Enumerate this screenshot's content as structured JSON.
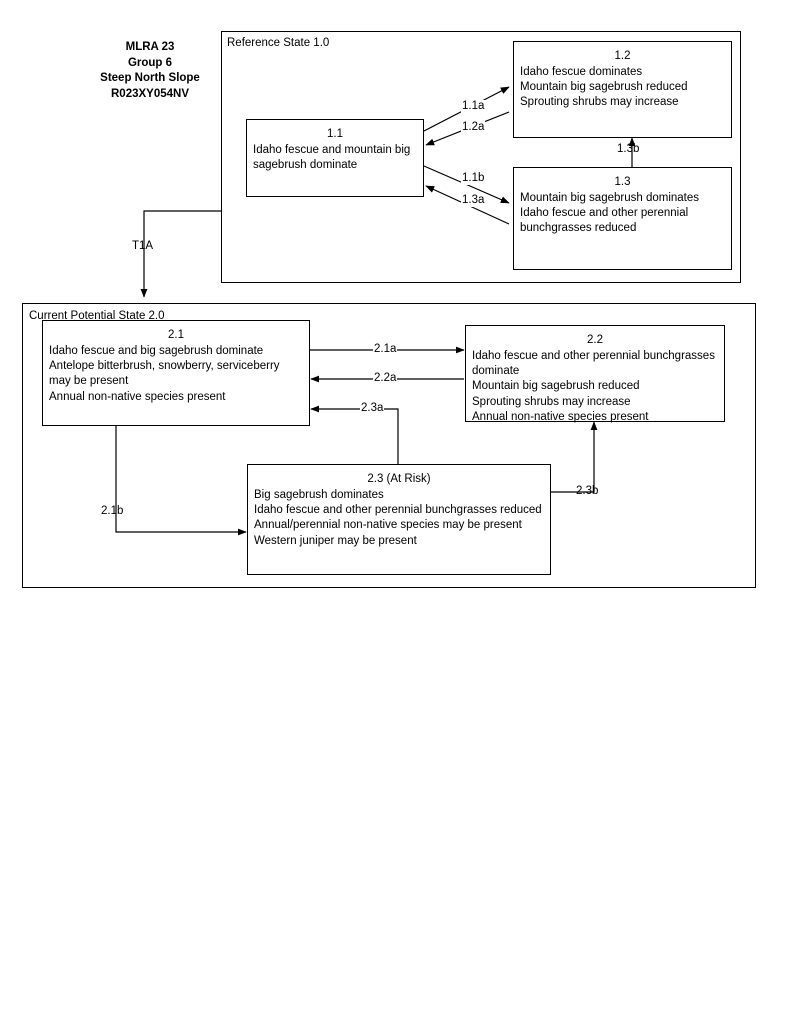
{
  "header": {
    "lines": [
      "MLRA 23",
      "Group 6",
      "Steep North Slope",
      "R023XY054NV"
    ]
  },
  "states": [
    {
      "id": "reference-state",
      "label": "Reference State 1.0",
      "phases": [
        {
          "id": "1.1",
          "name": "phase-1-1",
          "lines": [
            "Idaho fescue and mountain big",
            "sagebrush dominate"
          ]
        },
        {
          "id": "1.2",
          "name": "phase-1-2",
          "lines": [
            "Idaho fescue dominates",
            "Mountain big sagebrush reduced",
            "Sprouting shrubs may increase"
          ]
        },
        {
          "id": "1.3",
          "name": "phase-1-3",
          "lines": [
            "Mountain big sagebrush dominates",
            "Idaho fescue and other perennial",
            "bunchgrasses reduced"
          ]
        }
      ],
      "transitions": [
        {
          "label": "1.1a",
          "from": "1.1",
          "to": "1.2"
        },
        {
          "label": "1.2a",
          "from": "1.2",
          "to": "1.1"
        },
        {
          "label": "1.1b",
          "from": "1.1",
          "to": "1.3"
        },
        {
          "label": "1.3a",
          "from": "1.3",
          "to": "1.1"
        },
        {
          "label": "1.3b",
          "from": "1.3",
          "to": "1.2"
        }
      ]
    },
    {
      "id": "current-potential-state",
      "label": "Current Potential State 2.0",
      "phases": [
        {
          "id": "2.1",
          "name": "phase-2-1",
          "lines": [
            "Idaho fescue and big sagebrush dominate",
            "Antelope bitterbrush, snowberry, serviceberry",
            "may be present",
            "Annual non-native species present"
          ]
        },
        {
          "id": "2.2",
          "name": "phase-2-2",
          "lines": [
            "Idaho fescue and other perennial bunchgrasses",
            "dominate",
            "Mountain big sagebrush reduced",
            "Sprouting shrubs may increase",
            "Annual non-native species present"
          ]
        },
        {
          "id": "2.3 (At Risk)",
          "name": "phase-2-3",
          "lines": [
            "Big sagebrush dominates",
            "Idaho fescue and other perennial bunchgrasses reduced",
            "Annual/perennial non-native species may be present",
            "Western juniper may be present"
          ]
        }
      ],
      "transitions": [
        {
          "label": "2.1a",
          "from": "2.1",
          "to": "2.2"
        },
        {
          "label": "2.2a",
          "from": "2.2",
          "to": "2.1"
        },
        {
          "label": "2.3a",
          "from": "2.3",
          "to": "2.1"
        },
        {
          "label": "2.1b",
          "from": "2.1",
          "to": "2.3"
        },
        {
          "label": "2.3b",
          "from": "2.3",
          "to": "2.2"
        }
      ]
    }
  ],
  "state_transitions": [
    {
      "label": "T1A",
      "from": "Reference State 1.0",
      "to": "Current Potential State 2.0"
    }
  ],
  "colors": {
    "line": "#000000",
    "background": "#ffffff",
    "text": "#000000"
  }
}
